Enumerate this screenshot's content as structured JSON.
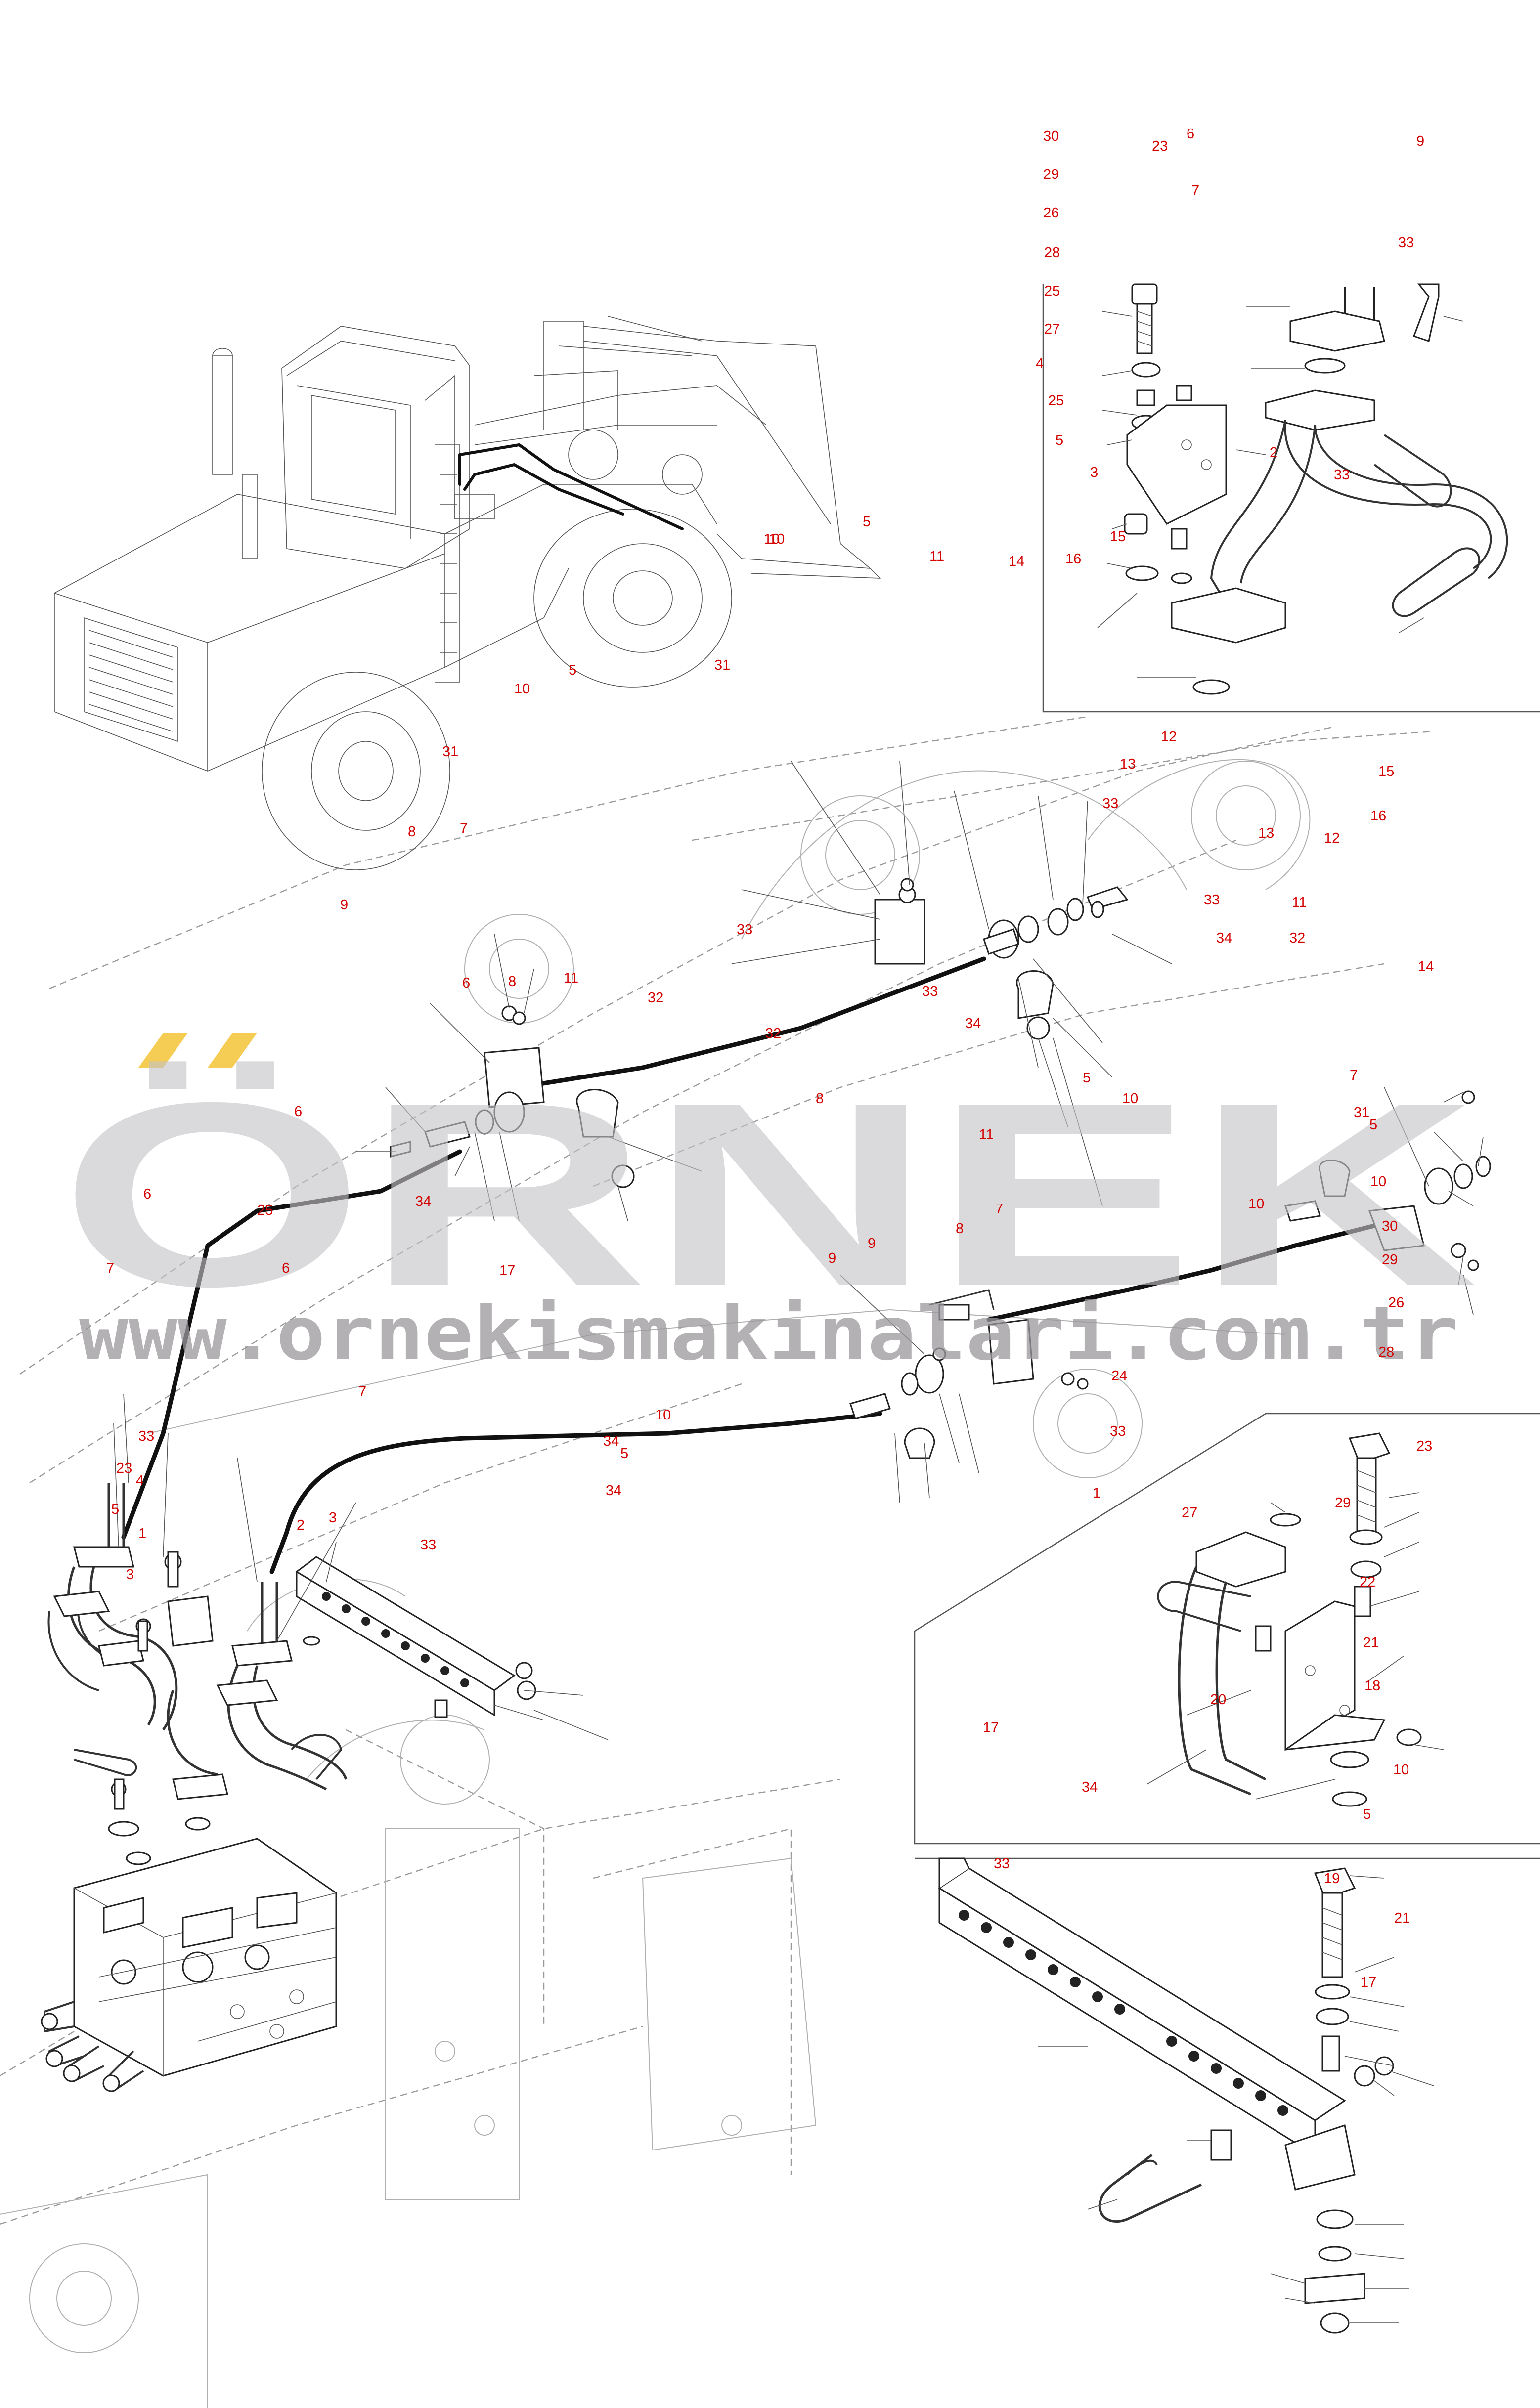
{
  "watermark": {
    "brand": "ÖRNEK",
    "url": "www.ornekismakinalari.com.tr",
    "accent_color": "#f4c842"
  },
  "callout_color": "#d40000",
  "callouts": {
    "inset_top_right": [
      "30",
      "29",
      "26",
      "28",
      "25",
      "27",
      "4",
      "25",
      "5",
      "3",
      "15",
      "16",
      "23",
      "6",
      "7",
      "9",
      "33",
      "2",
      "33",
      "14",
      "11",
      "10",
      "5"
    ],
    "machine_overview": [
      "10",
      "5",
      "31",
      "10",
      "31",
      "8",
      "7",
      "9"
    ],
    "main_assembly": [
      "12",
      "13",
      "33",
      "13",
      "15",
      "16",
      "12",
      "33",
      "11",
      "32",
      "34",
      "14",
      "33",
      "6",
      "8",
      "11",
      "32",
      "33",
      "32",
      "34",
      "5",
      "8",
      "10",
      "11",
      "9",
      "25",
      "6",
      "34",
      "7",
      "6",
      "17",
      "6",
      "9",
      "8",
      "7",
      "10",
      "7",
      "31",
      "5",
      "10",
      "30",
      "29",
      "26",
      "28",
      "24",
      "33",
      "34",
      "7",
      "10",
      "5",
      "34",
      "1",
      "33",
      "23",
      "4",
      "5",
      "1",
      "3",
      "2",
      "3",
      "33"
    ],
    "inset_mid_right": [
      "23",
      "29",
      "27",
      "22",
      "21",
      "18",
      "20",
      "17",
      "34",
      "10",
      "5"
    ],
    "inset_bottom_right": [
      "33",
      "19",
      "21",
      "17"
    ]
  }
}
